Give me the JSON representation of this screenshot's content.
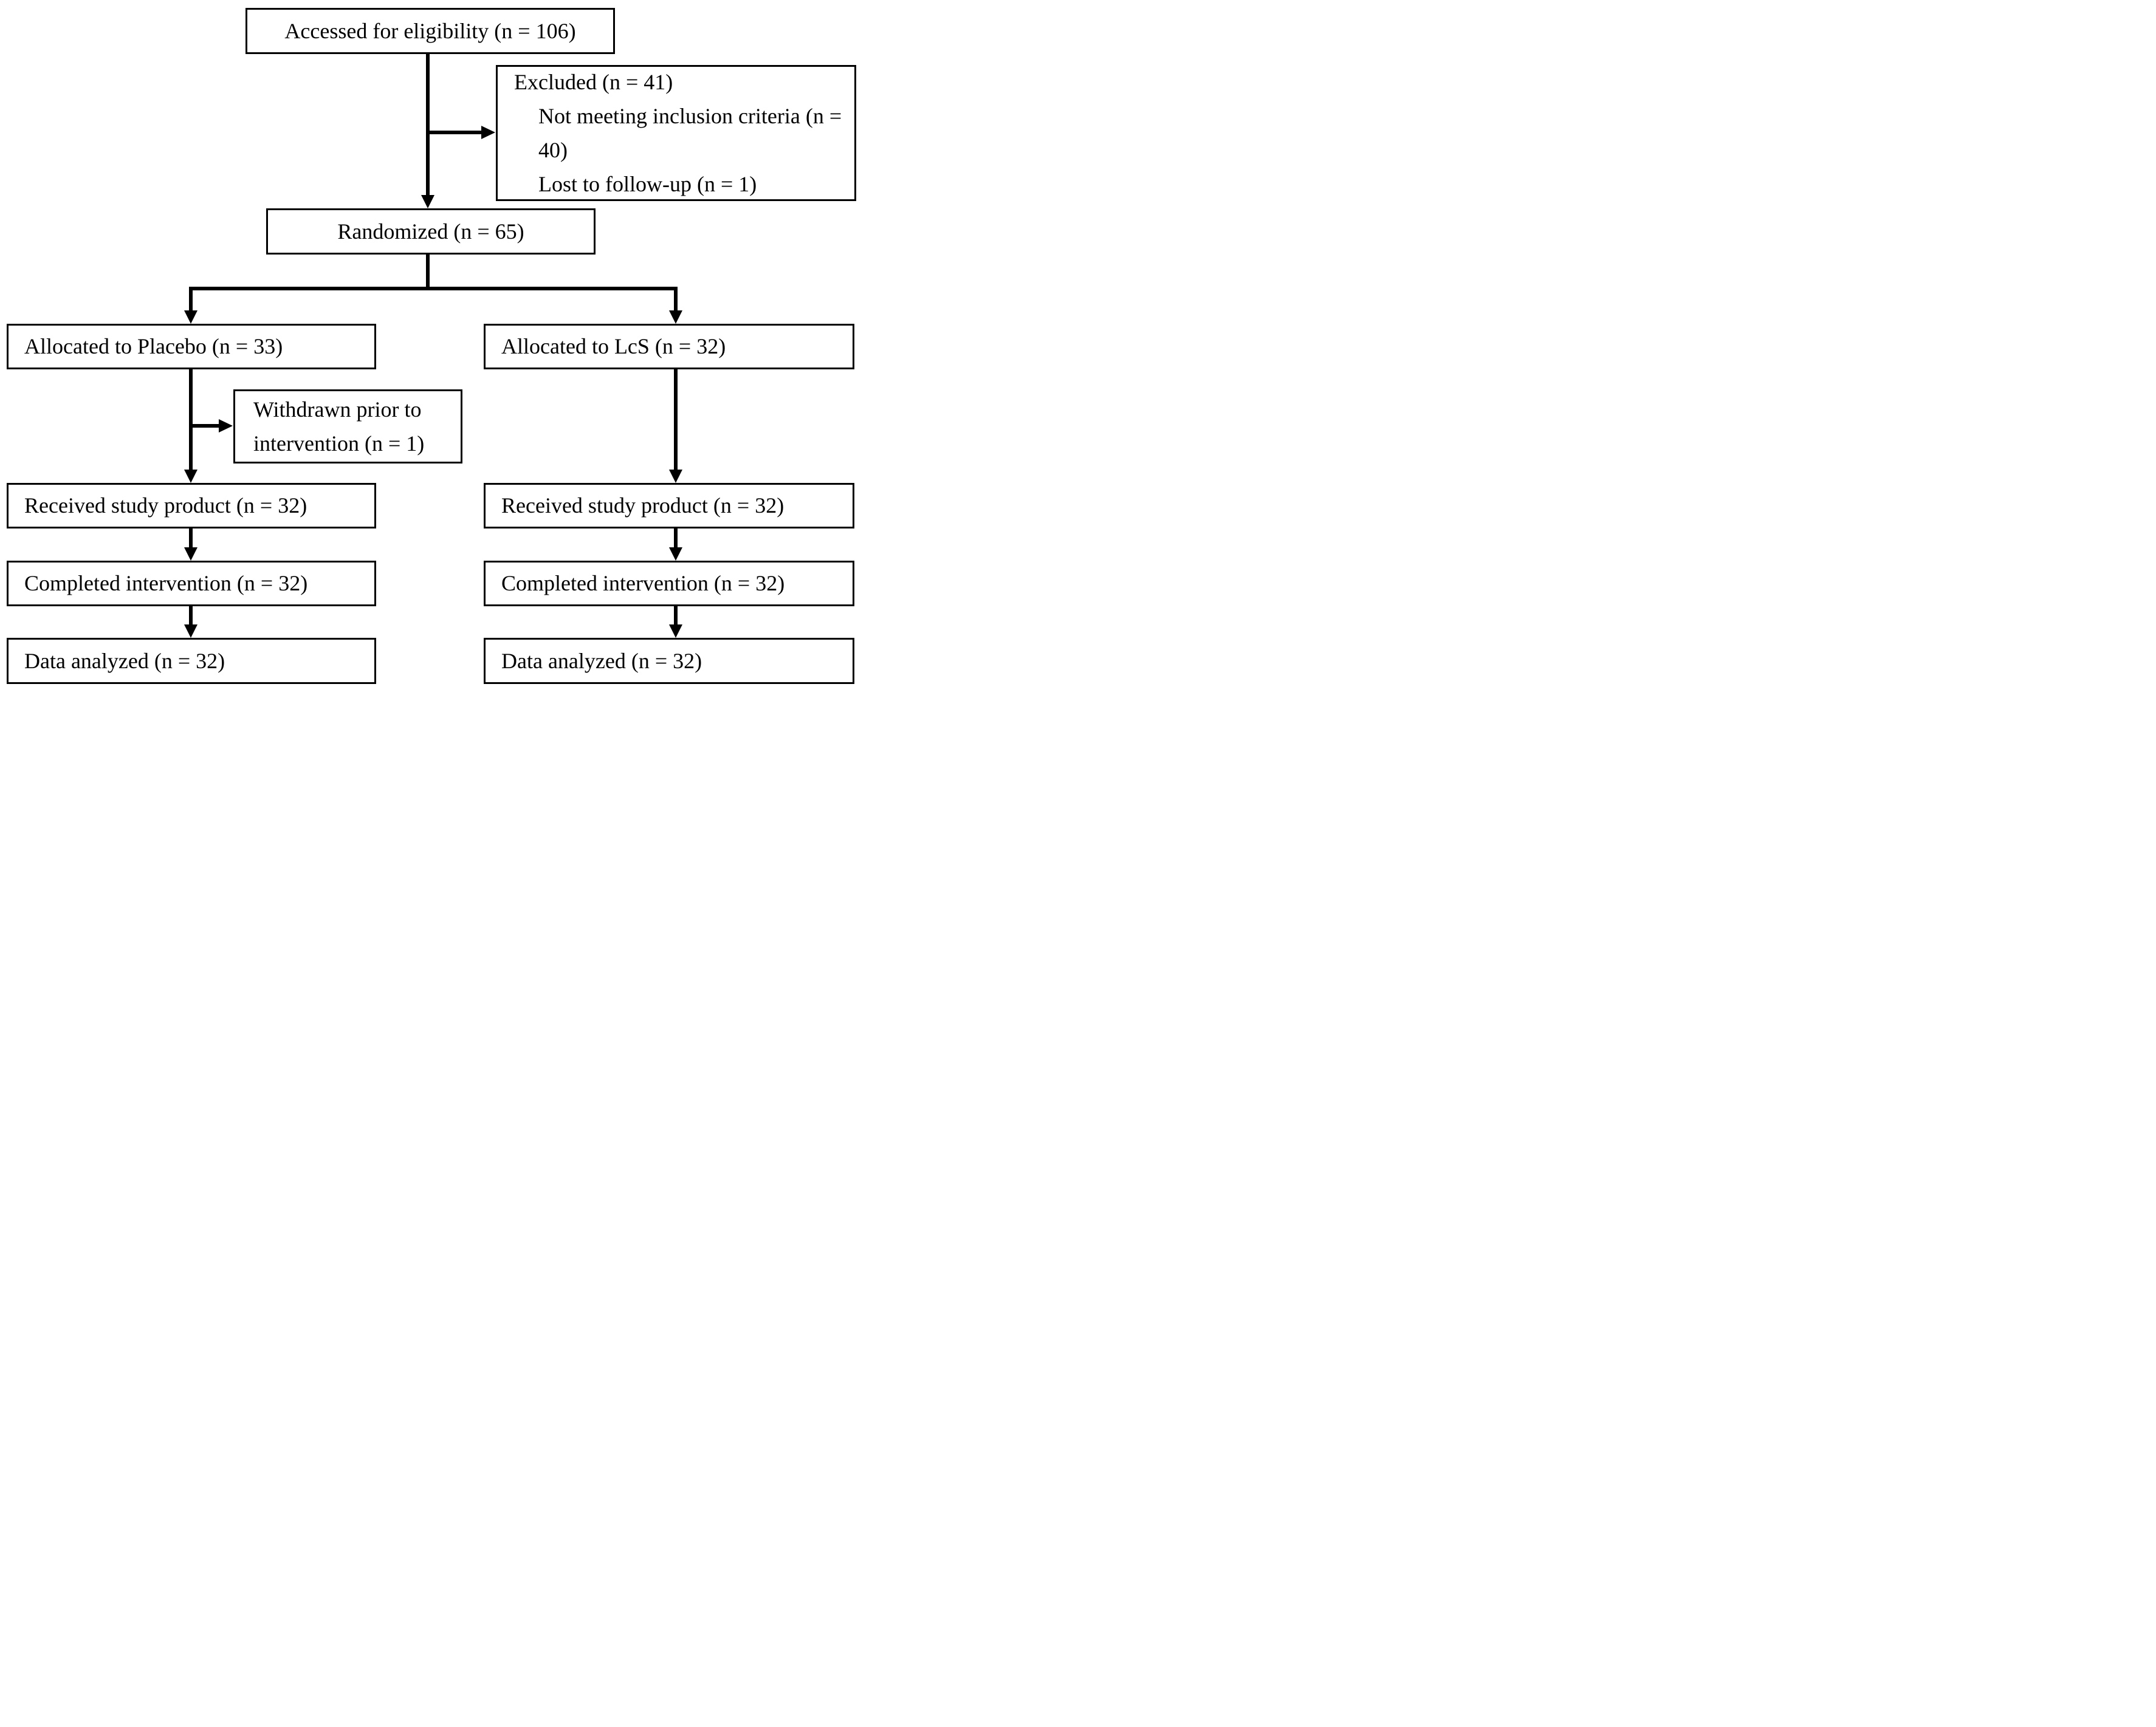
{
  "flowchart": {
    "assessed": {
      "label": "Accessed for eligibility (n = 106)"
    },
    "excluded": {
      "title": "Excluded (n = 41)",
      "items": [
        "Not meeting inclusion criteria (n = 40)",
        "Lost to follow-up (n = 1)"
      ]
    },
    "randomized": {
      "label": "Randomized (n = 65)"
    },
    "placebo_arm": {
      "allocated": {
        "label": "Allocated to Placebo (n = 33)"
      },
      "withdrawn": {
        "label": "Withdrawn prior to intervention (n = 1)"
      },
      "received": {
        "label": "Received study product (n = 32)"
      },
      "completed": {
        "label": "Completed intervention (n = 32)"
      },
      "analyzed": {
        "label": "Data analyzed (n = 32)"
      }
    },
    "lcs_arm": {
      "allocated": {
        "label": "Allocated to LcS (n = 32)"
      },
      "received": {
        "label": "Received study product (n = 32)"
      },
      "completed": {
        "label": "Completed intervention (n = 32)"
      },
      "analyzed": {
        "label": "Data analyzed (n = 32)"
      }
    },
    "colors": {
      "line": "#000000",
      "text": "#000000",
      "box_background": "#ffffff",
      "page_background": "#ffffff"
    }
  }
}
